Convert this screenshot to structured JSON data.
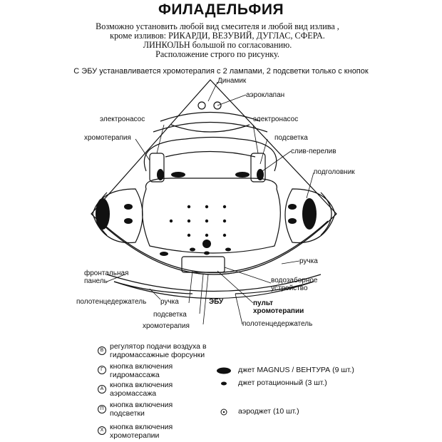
{
  "title": "ФИЛАДЕЛЬФИЯ",
  "notes": [
    "Возможно установить любой вид смесителя и любой вид излива ,",
    "кроме изливов: РИКАРДИ, ВЕЗУВИЙ, ДУГЛАС, СФЕРА.",
    "ЛИНКОЛЬН большой по согласованию.",
    "Расположение строго по рисунку."
  ],
  "ebu_note": "С ЭБУ устанавливается хромотерапия с 2 лампами, 2 подсветки только с кнопок",
  "labels": {
    "dinamik": "Динамик",
    "aeroklapan": "аэроклапан",
    "elektronasos_left": "электронасос",
    "elektronasos_right": "электронасос",
    "hromoterapiya_left": "хромотерапия",
    "podsvetka_right": "подсветка",
    "sliv_pereliv": "слив-перелив",
    "podgolovnik": "подголовник",
    "ruchka_right": "ручка",
    "vodozabornoe": "водозаборное",
    "ustroistvo": "устройство",
    "pult": "пульт",
    "hromoterapii": "хромотерапии",
    "polotencederzhatel_right": "полотенцедержатель",
    "frontalnaya": "фронтальная",
    "panel": "панель",
    "polotencederzhatel_left": "полотенцедержатель",
    "ruchka_left": "ручка",
    "ebu": "ЭБУ",
    "podsvetka_bottom": "подсветка",
    "hromoterapiya_bottom": "хромотерапия"
  },
  "legend_buttons": [
    {
      "symbol": "В",
      "text": "регулятор подачи воздуха в гидромассажные форсунки"
    },
    {
      "symbol": "Г",
      "text": "кнопка включения гидромассажа"
    },
    {
      "symbol": "А",
      "text": "кнопка включения аэромассажа"
    },
    {
      "symbol": "П",
      "text": "кнопка включения подсветки"
    },
    {
      "symbol": "Х",
      "text": "кнопка включения хромотерапии"
    }
  ],
  "legend_jets": [
    {
      "icon": "magnus-jet-icon",
      "text": "джет MAGNUS / ВЕНТУРА (9 шт.)"
    },
    {
      "icon": "rotation-jet-icon",
      "text": "джет ротационный (3 шт.)"
    },
    {
      "icon": "aero-jet-icon",
      "text": "аэроджет (10 шт.)"
    }
  ]
}
